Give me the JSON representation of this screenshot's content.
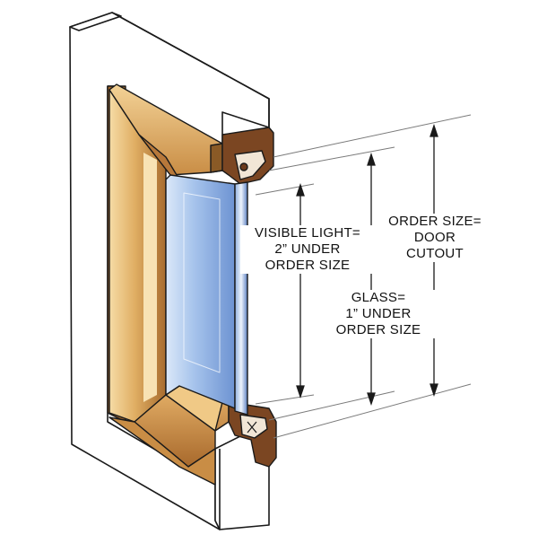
{
  "labels": {
    "visible_light": [
      "VISIBLE LIGHT=",
      "2” UNDER",
      "ORDER SIZE"
    ],
    "order_size": [
      "ORDER SIZE=",
      "DOOR",
      "CUTOUT"
    ],
    "glass": [
      "GLASS=",
      "1” UNDER",
      "ORDER SIZE"
    ]
  },
  "colors": {
    "outline": "#1a1a1a",
    "door_face": "#ffffff",
    "frame_wood_light": "#f4d49a",
    "frame_wood_mid": "#d9a45a",
    "frame_wood_dark": "#8a5a26",
    "frame_brown": "#6b3a1c",
    "glass_light": "#c9ddf5",
    "glass_mid": "#8fb4e6",
    "glass_dark": "#5f86c9"
  }
}
